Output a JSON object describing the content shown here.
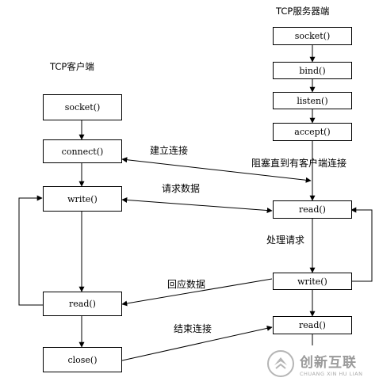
{
  "client": {
    "title": "TCP客户端",
    "socket": "socket()",
    "connect": "connect()",
    "write": "write()",
    "read": "read()",
    "close": "close()"
  },
  "server": {
    "title": "TCP服务器端",
    "socket": "socket()",
    "bind": "bind()",
    "listen": "listen()",
    "accept": "accept()",
    "read": "read()",
    "write": "write()",
    "read2": "read()"
  },
  "labels": {
    "establish": "建立连接",
    "block": "阻塞直到有客户端连接",
    "request": "请求数据",
    "process": "处理请求",
    "response": "回应数据",
    "end": "结束连接"
  },
  "watermark": {
    "cn": "创新互联",
    "en": "CHUANG XIN HU LIAN"
  }
}
